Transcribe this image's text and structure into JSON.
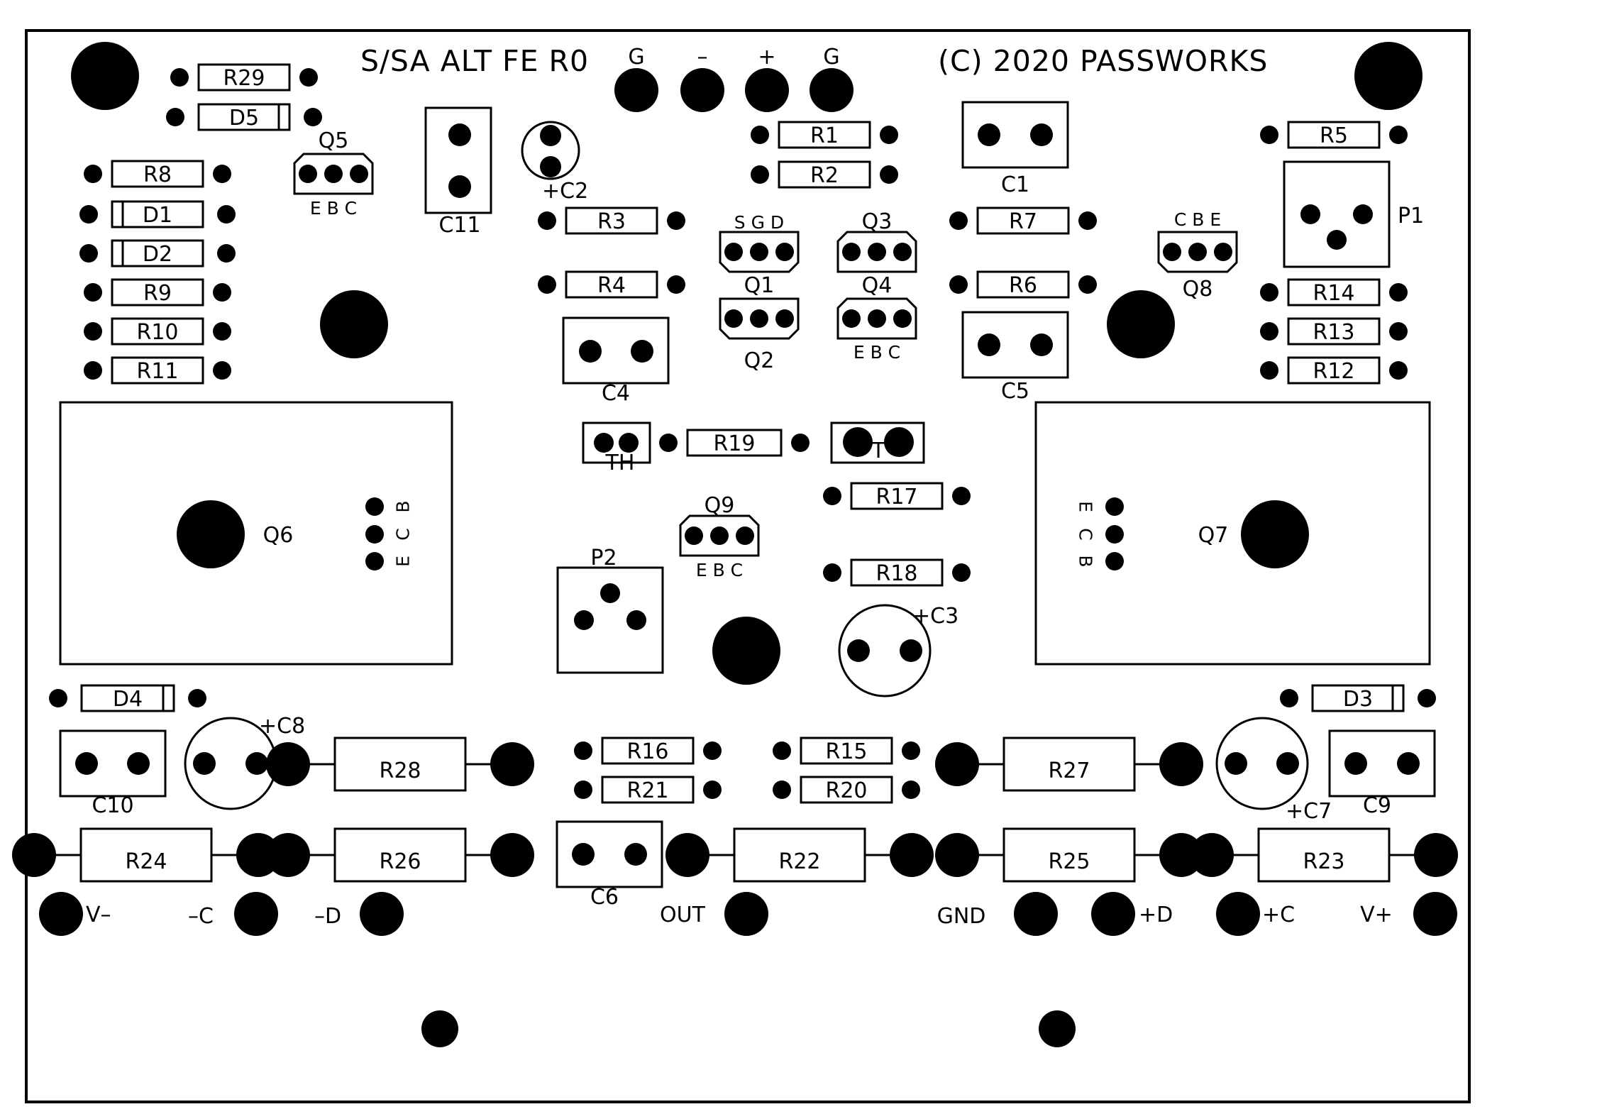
{
  "board": {
    "title": "S/SA ALT FE R0",
    "copyright": "(C) 2020 PASSWORKS",
    "colors": {
      "ink": "#000000",
      "paper": "#ffffff"
    }
  },
  "top_terminals": [
    "G",
    "–",
    "+",
    "G"
  ],
  "resistors": [
    "R29",
    "R1",
    "R2",
    "R5",
    "R8",
    "R9",
    "R10",
    "R11",
    "R3",
    "R4",
    "R7",
    "R6",
    "R14",
    "R13",
    "R12",
    "R19",
    "R17",
    "R18",
    "R16",
    "R21",
    "R15",
    "R20",
    "R28",
    "R27",
    "R24",
    "R26",
    "R22",
    "R25",
    "R23"
  ],
  "diodes": [
    "D5",
    "D1",
    "D2",
    "D4",
    "D3"
  ],
  "capacitors": [
    "C11",
    "C1",
    "C4",
    "C5",
    "C10",
    "C9",
    "C6",
    "+C2",
    "+C3",
    "+C8",
    "+C7"
  ],
  "transistors": [
    "Q5",
    "Q1",
    "Q2",
    "Q3",
    "Q4",
    "Q8",
    "Q9",
    "Q6",
    "Q7"
  ],
  "pin_labels": {
    "ebc": "E B C",
    "sgd": "S G D",
    "cbe": "C B E",
    "ecb_vertical": [
      "B",
      "C",
      "E"
    ],
    "ecb_vertical_right": [
      "E",
      "C",
      "B"
    ]
  },
  "pots": [
    "P1",
    "P2"
  ],
  "thermal": [
    "TH",
    "T"
  ],
  "bottom_terminals": [
    "V–",
    "–C",
    "–D",
    "OUT",
    "GND",
    "+D",
    "+C",
    "V+"
  ]
}
